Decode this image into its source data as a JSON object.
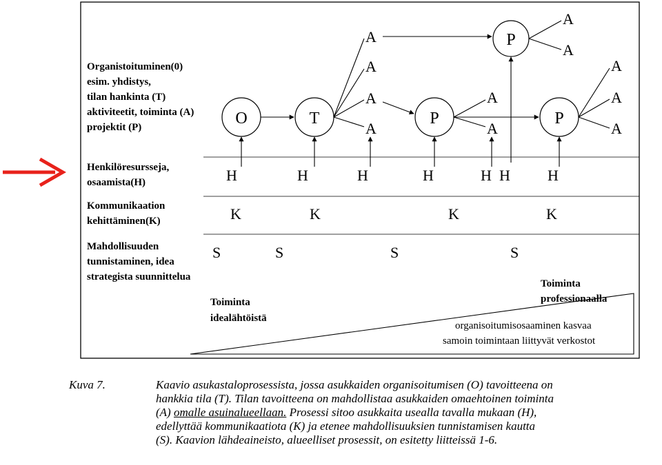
{
  "rows": {
    "organization": [
      "Organistoituminen(0)",
      "esim. yhdistys,",
      "tilan hankinta (T)",
      "aktiviteetit, toiminta (A)",
      "projektit (P)"
    ],
    "human_resources": [
      "Henkilöresursseja,",
      "osaamista(H)"
    ],
    "communication": [
      "Kommunikaation",
      "kehittäminen(K)"
    ],
    "opportunity": [
      "Mahdollisuuden",
      "tunnistaminen, idea",
      "strategista suunnittelua"
    ]
  },
  "nodes": {
    "o": "O",
    "t": "T",
    "p1": "P",
    "p2": "P",
    "p3": "P"
  },
  "branch_letter": "A",
  "h_letter": "H",
  "k_letter": "K",
  "s_letter": "S",
  "wedge": {
    "left_label": [
      "Toiminta",
      "idealähtöistä"
    ],
    "right_label": [
      "Toiminta",
      "professionaalla"
    ],
    "note": [
      "organisoitumisosaaminen kasvaa",
      "samoin toimintaan liittyvät verkostot"
    ]
  },
  "colors": {
    "pointer_arrow": "#e8221b",
    "ink": "#000000"
  },
  "caption": {
    "label": "Kuva 7.",
    "lines": [
      "Kaavio asukastaloprosessista, jossa asukkaiden organisoitumisen (O) tavoitteena on",
      "hankkia tila (T). Tilan tavoitteena on mahdollistaa asukkaiden omaehtoinen toiminta",
      "(A)",
      "omalle asuinalueellaan.",
      "Prosessi sitoo asukkaita usealla tavalla mukaan (H),",
      "edellyttää kommunikaatiota (K) ja etenee mahdollisuuksien tunnistamisen kautta",
      "(S). Kaavion lähdeaineisto, alueelliset prosessit, on esitetty liitteissä 1-6."
    ]
  }
}
